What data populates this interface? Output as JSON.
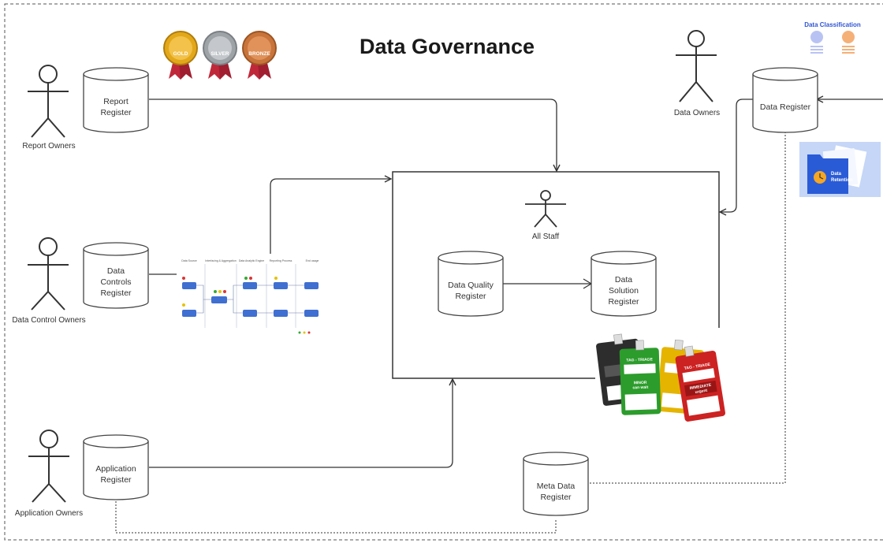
{
  "title": "Data Governance",
  "actors": {
    "report_owners": "Report Owners",
    "data_control_owners": "Data Control Owners",
    "application_owners": "Application Owners",
    "data_owners": "Data Owners",
    "all_staff": "All Staff"
  },
  "registers": {
    "report": [
      "Report",
      "Register"
    ],
    "data_controls": [
      "Data",
      "Controls",
      "Register"
    ],
    "application": [
      "Application",
      "Register"
    ],
    "data": [
      "Data Register"
    ],
    "data_quality": [
      "Data Quality",
      "Register"
    ],
    "data_solution": [
      "Data",
      "Solution",
      "Register"
    ],
    "meta_data": [
      "Meta Data",
      "Register"
    ]
  },
  "medals": [
    "GOLD",
    "SILVER",
    "BRONZE"
  ],
  "data_classification": {
    "title": "Data Classification"
  },
  "data_retention": [
    "Data",
    "Retention"
  ],
  "flow_thumbnail": {
    "columns": [
      "Data Source",
      "Interfacing & Aggregation",
      "Data Analytic Engine",
      "Reporting Process",
      "End usage"
    ]
  },
  "triage_tags": [
    {
      "header": "TAG - TRIAGE",
      "status": [
        "MINOR",
        "can wait"
      ],
      "color": "#2c9c2c"
    },
    {
      "header": "TAG - TRIAGE",
      "status": [
        "IMMEDIATE",
        "urgent"
      ],
      "color": "#cc2222"
    }
  ],
  "colors": {
    "line": "#333333",
    "cylinder_stroke": "#444444",
    "gold": "#e3a81a",
    "silver": "#9ea3a8",
    "bronze": "#c8743a",
    "ribbon": "#c0283a",
    "classification_blue": "#b9c3f3",
    "classification_orange": "#f5b078",
    "retention_bg": "#c5d6f7",
    "folder_blue": "#2a5bd7"
  }
}
